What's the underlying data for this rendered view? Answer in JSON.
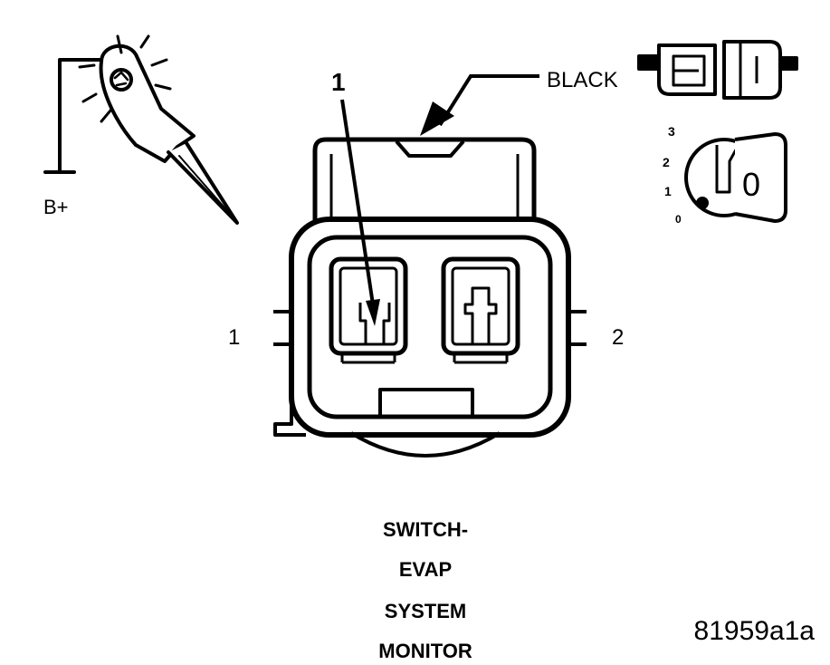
{
  "labels": {
    "b_plus": "B+",
    "black": "BLACK",
    "pin_callout": "1",
    "terminal_left": "1",
    "terminal_right": "2",
    "ignition_3": "3",
    "ignition_2": "2",
    "ignition_1": "1",
    "ignition_0": "0",
    "key_symbol": "0",
    "caption_line1": "SWITCH-",
    "caption_line2": "EVAP",
    "caption_line3": "SYSTEM",
    "caption_line4": "MONITOR",
    "figure_id": "81959a1a"
  },
  "icons": {
    "probe": "test-light-probe-icon",
    "connector": "connector-plug-icon",
    "ignition": "ignition-key-switch-icon"
  },
  "colors": {
    "line": "#000000",
    "background": "#ffffff"
  }
}
